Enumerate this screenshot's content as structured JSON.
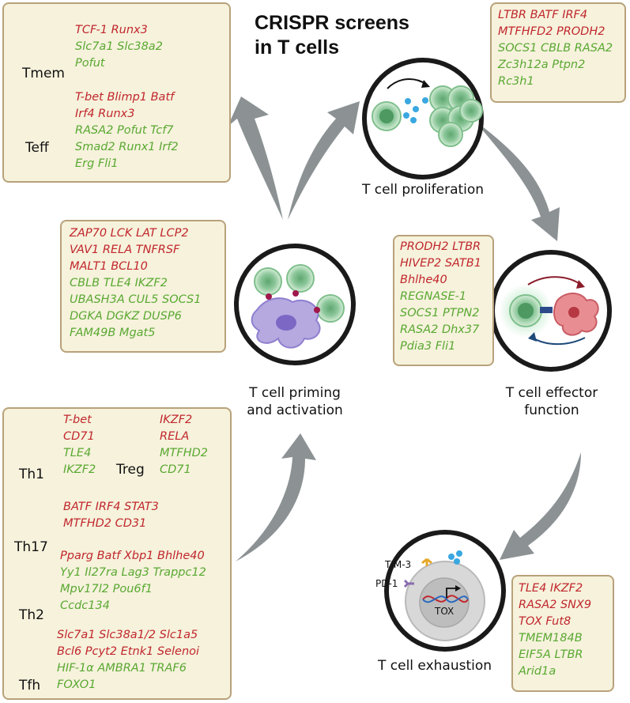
{
  "title": {
    "line1": "CRISPR screens",
    "line2": "in T cells"
  },
  "stages": {
    "proliferation": "T cell proliferation",
    "effector": [
      "T cell effector",
      "function"
    ],
    "priming": [
      "T cell priming",
      "and activation"
    ],
    "exhaustion": "T cell exhaustion"
  },
  "exhaustion_labels": {
    "tim3": "TIM-3",
    "pd1": "PD-1",
    "tox": "TOX"
  },
  "memory_effector_box": {
    "tmem": {
      "label": "Tmem",
      "red": [
        "TCF-1 Runx3"
      ],
      "green": [
        "Slc7a1 Slc38a2",
        "Pofut"
      ]
    },
    "teff": {
      "label": "Teff",
      "red": [
        "T-bet Blimp1 Batf",
        "Irf4 Runx3"
      ],
      "green": [
        "RASA2 Pofut Tcf7",
        "Smad2 Runx1 Irf2",
        "Erg Fli1"
      ]
    }
  },
  "proliferation_box": {
    "red": [
      "LTBR BATF IRF4",
      "MTFHFD2 PRODH2"
    ],
    "green": [
      "SOCS1 CBLB RASA2",
      "Zc3h12a Ptpn2",
      "Rc3h1"
    ]
  },
  "priming_box": {
    "red": [
      "ZAP70 LCK LAT LCP2",
      "VAV1 RELA TNFRSF",
      "MALT1 BCL10"
    ],
    "green": [
      "CBLB TLE4 IKZF2",
      "UBASH3A CUL5 SOCS1",
      "DGKA DGKZ DUSP6",
      "FAM49B Mgat5"
    ]
  },
  "effector_box": {
    "red": [
      "PRODH2 LTBR",
      "HIVEP2 SATB1",
      "Bhlhe40"
    ],
    "green": [
      "REGNASE-1",
      "SOCS1 PTPN2",
      "RASA2 Dhx37",
      "Pdia3  Fli1"
    ]
  },
  "subsets_box": {
    "th1": {
      "label": "Th1",
      "red": [
        "T-bet",
        "CD71"
      ],
      "green": [
        "TLE4",
        "IKZF2"
      ]
    },
    "treg": {
      "label": "Treg",
      "red": [
        "IKZF2",
        "RELA"
      ],
      "green": [
        "MTFHD2",
        "CD71"
      ]
    },
    "th17": {
      "label": "Th17",
      "red": [
        "BATF IRF4 STAT3",
        "MTFHD2 CD31"
      ],
      "green": []
    },
    "th2": {
      "label": "Th2",
      "red": [
        "Pparg Batf Xbp1 Bhlhe40"
      ],
      "green": [
        "Yy1 Il27ra Lag3 Trappc12",
        "Mpv17l2 Pou6f1",
        "Ccdc134"
      ]
    },
    "tfh": {
      "label": "Tfh",
      "red": [
        "Slc7a1 Slc38a1/2 Slc1a5",
        "Bcl6 Pcyt2 Etnk1 Selenoi"
      ],
      "green": [
        "HIF-1α  AMBRA1 TRAF6",
        "FOXO1"
      ]
    }
  },
  "exhaustion_box": {
    "red": [
      "TLE4 IKZF2",
      "RASA2 SNX9",
      "TOX Fut8"
    ],
    "green": [
      "TMEM184B",
      "EIF5A LTBR",
      "Arid1a"
    ]
  },
  "colors": {
    "red": "#c1272d",
    "green": "#5aa832",
    "box_fill": "#f6f2dc",
    "box_border": "#b8a27a",
    "arrow": "#8c9294"
  }
}
